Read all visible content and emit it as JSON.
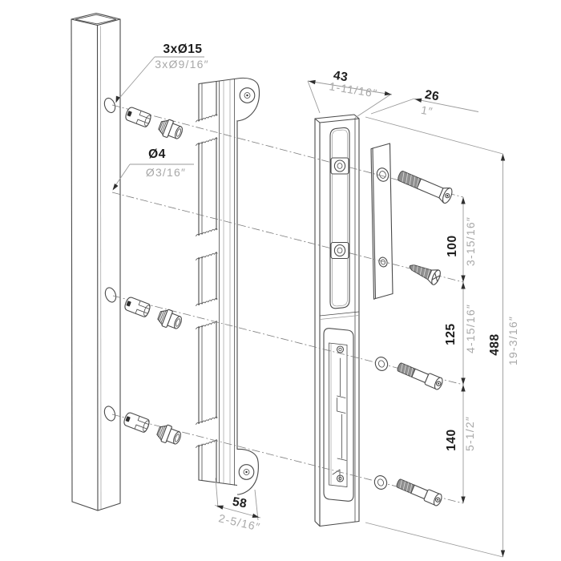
{
  "dims": {
    "mount_holes": {
      "metric": "3xØ15",
      "imperial": "3xØ9/16″"
    },
    "pilot_hole": {
      "metric": "Ø4",
      "imperial": "Ø3/16″"
    },
    "keeper_width": {
      "metric": "43",
      "imperial": "1-11/16″"
    },
    "keeper_depth": {
      "metric": "26",
      "imperial": "1″"
    },
    "spacing_top": {
      "metric": "100",
      "imperial": "3-15/16″"
    },
    "spacing_middle": {
      "metric": "125",
      "imperial": "4-15/16″"
    },
    "spacing_bottom": {
      "metric": "140",
      "imperial": "5-1/2″"
    },
    "overall_height": {
      "metric": "488",
      "imperial": "19-3/16″"
    },
    "rail_width": {
      "metric": "58",
      "imperial": "2-5/16″"
    }
  },
  "colors": {
    "background": "#ffffff",
    "line": "#4a4a4a",
    "metric_text": "#1c1c1c",
    "imperial_text": "#a8a8a8",
    "dim_line": "#9a9a9a",
    "centerline": "#7d7d7d",
    "thread_fill": "#8f8f8f"
  }
}
